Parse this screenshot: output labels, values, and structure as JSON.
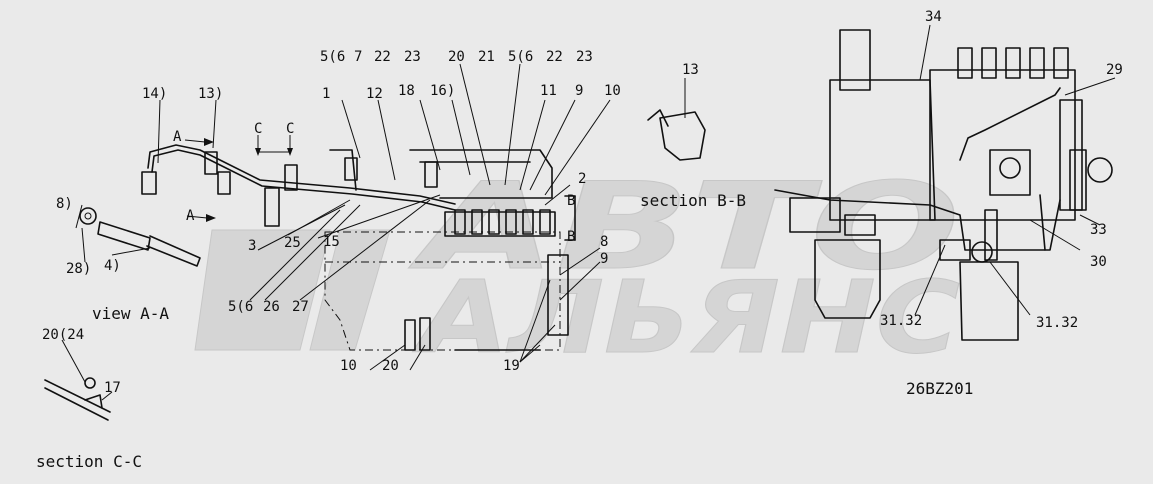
{
  "drawing_code": "26BZ201",
  "views": {
    "view_aa": "view A-A",
    "section_bb": "section B-B",
    "section_cc": "section C-C"
  },
  "watermark": {
    "line1": "АВТО",
    "line2": "АЛЬЯНС"
  },
  "callouts": {
    "c14": "14)",
    "c13a": "13)",
    "c1": "1",
    "c56a": "5(6",
    "c7": "7",
    "c22a": "22",
    "c23a": "23",
    "c12": "12",
    "c18": "18",
    "c16": "16)",
    "c20a": "20",
    "c21": "21",
    "c56b": "5(6",
    "c22b": "22",
    "c23b": "23",
    "c11": "11",
    "c9a": "9",
    "c10a": "10",
    "c13b": "13",
    "c34": "34",
    "c29": "29",
    "c8a": "8)",
    "c28": "28)",
    "c4": "4)",
    "c3": "3",
    "c25": "25",
    "c15": "15",
    "c2": "2",
    "c56c": "5(6",
    "c26": "26",
    "c27": "27",
    "c10b": "10",
    "c20b": "20",
    "c19": "19",
    "c8b": "8",
    "c9b": "9",
    "c33": "33",
    "c30": "30",
    "c3132a": "31.32",
    "c3132b": "31.32",
    "c2024": "20(24",
    "c17": "17",
    "cA1": "A",
    "cA2": "A",
    "cC1": "C",
    "cC2": "C",
    "cB1": "B",
    "cB2": "B"
  },
  "colors": {
    "background": "#eaeaea",
    "ink": "#111111",
    "watermark": "#d2d2d2"
  }
}
